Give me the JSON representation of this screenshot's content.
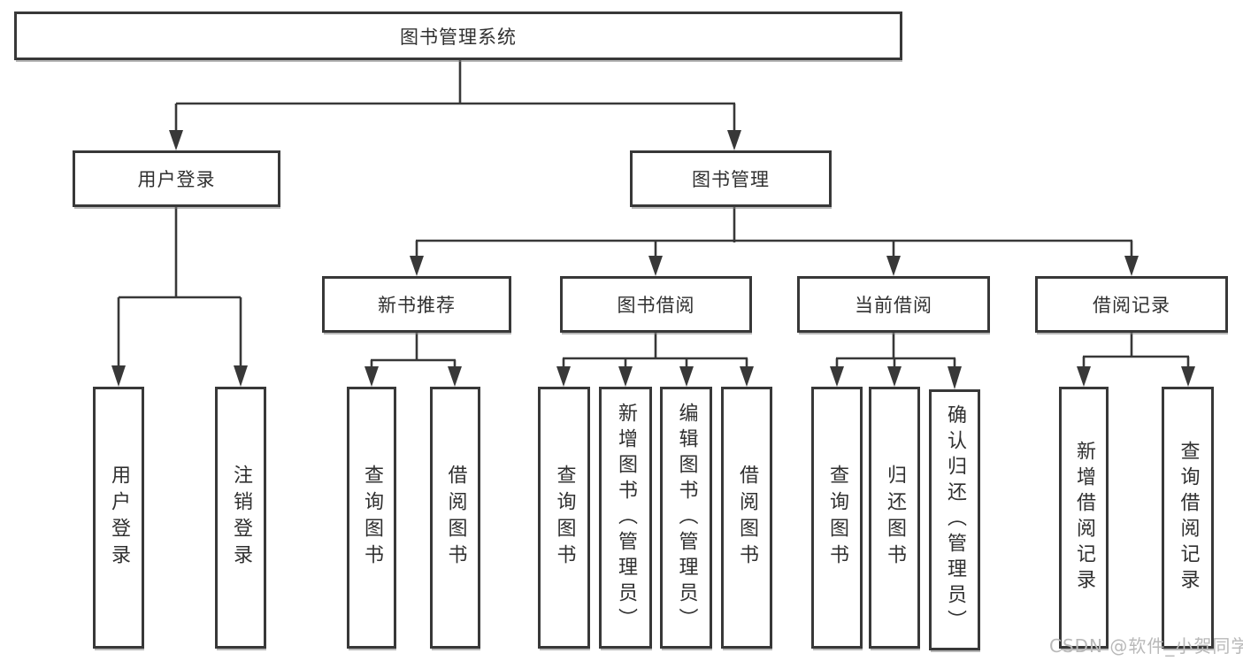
{
  "diagram": {
    "title": "图书管理系统",
    "branches": [
      {
        "label": "用户登录",
        "children": [
          {
            "label": "用户登录"
          },
          {
            "label": "注销登录"
          }
        ]
      },
      {
        "label": "图书管理",
        "children": [
          {
            "label": "新书推荐",
            "children": [
              {
                "label": "查询图书"
              },
              {
                "label": "借阅图书"
              }
            ]
          },
          {
            "label": "图书借阅",
            "children": [
              {
                "label": "查询图书"
              },
              {
                "label": "新增图书（管理员）"
              },
              {
                "label": "编辑图书（管理员）"
              },
              {
                "label": "借阅图书"
              }
            ]
          },
          {
            "label": "当前借阅",
            "children": [
              {
                "label": "查询图书"
              },
              {
                "label": "归还图书"
              },
              {
                "label": "确认归还（管理员）"
              }
            ]
          },
          {
            "label": "借阅记录",
            "children": [
              {
                "label": "新增借阅记录"
              },
              {
                "label": "查询借阅记录"
              }
            ]
          }
        ]
      }
    ]
  },
  "watermark": {
    "text": "CSDN @软件_小贺同学"
  },
  "colors": {
    "background": "#ffffff",
    "line": "#383838",
    "box_border": "#383838",
    "text": "#303030",
    "watermark": "#b9b9b9"
  }
}
